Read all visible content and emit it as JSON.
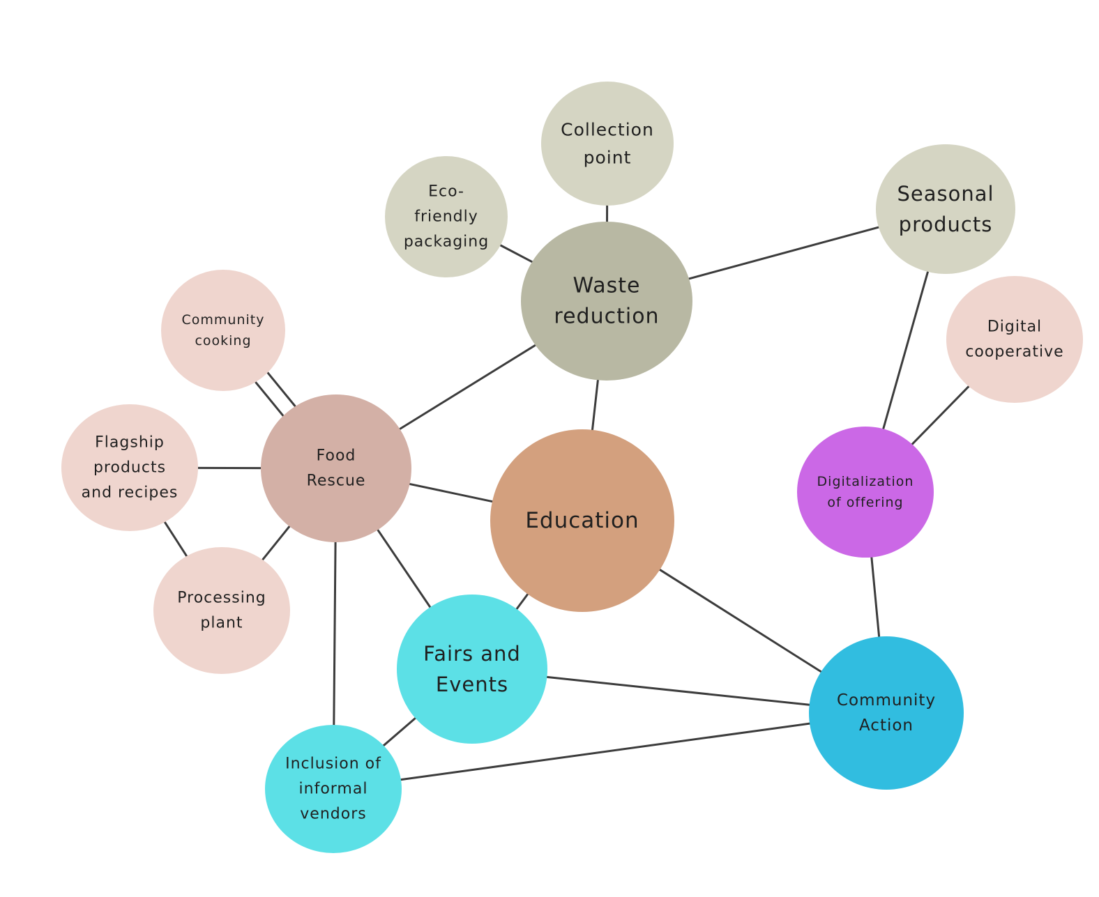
{
  "palette": {
    "edge": "#3c3c3c",
    "text": "#1f1f1f"
  },
  "nodes": [
    {
      "id": "waste-reduction",
      "lines": [
        "Waste",
        "reduction"
      ],
      "color": "#b8b8a3"
    },
    {
      "id": "collection-point",
      "lines": [
        "Collection",
        "point"
      ],
      "color": "#d5d5c3"
    },
    {
      "id": "eco-friendly-packaging",
      "lines": [
        "Eco-",
        "friendly",
        "packaging"
      ],
      "color": "#d5d5c3"
    },
    {
      "id": "seasonal-products",
      "lines": [
        "Seasonal",
        "products"
      ],
      "color": "#d5d5c3"
    },
    {
      "id": "digital-cooperative",
      "lines": [
        "Digital",
        "cooperative"
      ],
      "color": "#efd5ce"
    },
    {
      "id": "community-cooking",
      "lines": [
        "Community",
        "cooking"
      ],
      "color": "#efd5ce"
    },
    {
      "id": "food-rescue",
      "lines": [
        "Food",
        "Rescue"
      ],
      "color": "#d3b0a6"
    },
    {
      "id": "flagship-products",
      "lines": [
        "Flagship",
        "products",
        "and recipes"
      ],
      "color": "#efd5ce"
    },
    {
      "id": "processing-plant",
      "lines": [
        "Processing",
        "plant"
      ],
      "color": "#efd5ce"
    },
    {
      "id": "education",
      "lines": [
        "Education"
      ],
      "color": "#d3a07e"
    },
    {
      "id": "digitalization-of-offering",
      "lines": [
        "Digitalization",
        "of offering"
      ],
      "color": "#cb68e6"
    },
    {
      "id": "fairs-and-events",
      "lines": [
        "Fairs and",
        "Events"
      ],
      "color": "#5ce0e6"
    },
    {
      "id": "inclusion-informal-vendors",
      "lines": [
        "Inclusion of",
        "informal",
        "vendors"
      ],
      "color": "#5ce0e6"
    },
    {
      "id": "community-action",
      "lines": [
        "Community",
        "Action"
      ],
      "color": "#31bde0"
    }
  ],
  "edges": [
    [
      "collection-point",
      "waste-reduction"
    ],
    [
      "eco-friendly-packaging",
      "waste-reduction"
    ],
    [
      "waste-reduction",
      "seasonal-products"
    ],
    [
      "waste-reduction",
      "food-rescue"
    ],
    [
      "waste-reduction",
      "education"
    ],
    [
      "seasonal-products",
      "digitalization-of-offering"
    ],
    [
      "digital-cooperative",
      "digitalization-of-offering"
    ],
    [
      "digitalization-of-offering",
      "community-action"
    ],
    [
      "community-cooking",
      "food-rescue"
    ],
    [
      "community-cooking",
      "food-rescue"
    ],
    [
      "flagship-products",
      "food-rescue"
    ],
    [
      "flagship-products",
      "processing-plant"
    ],
    [
      "processing-plant",
      "food-rescue"
    ],
    [
      "food-rescue",
      "education"
    ],
    [
      "food-rescue",
      "fairs-and-events"
    ],
    [
      "food-rescue",
      "inclusion-informal-vendors"
    ],
    [
      "education",
      "fairs-and-events"
    ],
    [
      "education",
      "community-action"
    ],
    [
      "fairs-and-events",
      "community-action"
    ],
    [
      "fairs-and-events",
      "inclusion-informal-vendors"
    ],
    [
      "inclusion-informal-vendors",
      "community-action"
    ]
  ]
}
